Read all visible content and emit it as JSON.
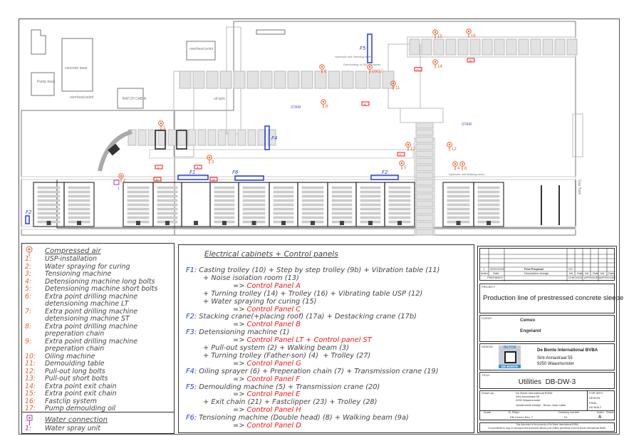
{
  "plan": {
    "labels": {
      "overhead_point_1": "overhead point",
      "overhead_point_2": "overhead point",
      "concrete_base": "concrete base",
      "pump_base": "Pump base",
      "batch_cabin": "BATCH CABIN",
      "oil_tank": "oil tank",
      "stair_1": "STAIR",
      "stair_2": "STAIR",
      "gas_tank": "Gas Tank",
      "demoulding_oil": "Demoulding oil 30C container",
      "hydraulic_unit_1": "Hydraulic unit Vibrating table",
      "hydraulic_unit_2": "Hydraulic unit Walking beam"
    },
    "panels": [
      {
        "label": "F1"
      },
      {
        "label": "F2"
      },
      {
        "label": "F2"
      },
      {
        "label": "F4"
      },
      {
        "label": "F5"
      },
      {
        "label": "F6"
      }
    ],
    "air_points": [
      "1",
      "2",
      "3",
      "4",
      "5",
      "6",
      "8",
      "9",
      "10/17",
      "11",
      "12",
      "13",
      "14",
      "15",
      "16"
    ],
    "water_points": [
      "1"
    ],
    "control_panels": [
      "A",
      "B",
      "C",
      "D",
      "E",
      "F",
      "G",
      "H"
    ],
    "colors": {
      "compressed_air": "#e8602c",
      "electrical": "#2b3bd8",
      "control_panel": "#f01818",
      "water": "#b03cb0"
    }
  },
  "legend": {
    "air_title": "Compressed air",
    "air_items": [
      {
        "n": "1:",
        "t": "USP-installation"
      },
      {
        "n": "2:",
        "t": "Water spraying for curing"
      },
      {
        "n": "3:",
        "t": "Tensioning machine"
      },
      {
        "n": "4:",
        "t": "Detensioning machine long bolts"
      },
      {
        "n": "5:",
        "t": "Detensioning machine short bolts"
      },
      {
        "n": "6:",
        "t": "Extra point drilling machine"
      },
      {
        "n": "",
        "t": "detensioning machine LT"
      },
      {
        "n": "7:",
        "t": "Extra point drilling machine"
      },
      {
        "n": "",
        "t": "detensioning machine ST"
      },
      {
        "n": "8:",
        "t": "Extra point drilling machine"
      },
      {
        "n": "",
        "t": "preperation chain"
      },
      {
        "n": "9:",
        "t": "Extra point drilling machine"
      },
      {
        "n": "",
        "t": "preperation chain"
      },
      {
        "n": "10:",
        "t": "Oiling machine"
      },
      {
        "n": "11:",
        "t": "Demoulding table"
      },
      {
        "n": "12:",
        "t": "Pull-out long bolts"
      },
      {
        "n": "13:",
        "t": "Pull-out short bolts"
      },
      {
        "n": "14:",
        "t": "Extra point exit chain"
      },
      {
        "n": "15:",
        "t": "Extra point exit chain"
      },
      {
        "n": "16:",
        "t": "Fastclip system"
      },
      {
        "n": "17:",
        "t": "Pump demoulding oil"
      }
    ],
    "water_title": "Water connection",
    "water_items": [
      {
        "n": "1:",
        "t": "Water spray unit"
      }
    ]
  },
  "electrical": {
    "title": "Electrical cabinets + Control panels",
    "lines": [
      {
        "f": "F1:",
        "t": "Casting trolley (10) + Step by step trolley (9b) + Vibration table (11)",
        "indent": 0
      },
      {
        "t": "+ Noise isolation room (13)",
        "indent": 1
      },
      {
        "t": "=> ",
        "p": "Control Panel A",
        "indent": 2
      },
      {
        "t": "+ Turning trolley (14) + Trolley (16) + Vibrating table USP (12)",
        "indent": 1
      },
      {
        "t": "+ Water spraying for curing (15)",
        "indent": 1
      },
      {
        "t": "=> ",
        "p": "Control Panel C",
        "indent": 2
      },
      {
        "f": "F2:",
        "t": "Stacking crane(+placing roof) (17a) + Destacking crane (17b)",
        "indent": 0
      },
      {
        "t": "=> ",
        "p": "Control Panel B",
        "indent": 2
      },
      {
        "f": "F3:",
        "t": "Detensioning machine (1)",
        "indent": 0
      },
      {
        "t": "=> ",
        "p": "Control Panel LT + Control panel ST",
        "indent": 2
      },
      {
        "t": "+ Pull-out system (2) + Walking beam (3)",
        "indent": 1
      },
      {
        "t": "+ Turning trolley (Father-son) (4)  + Trolley (27)",
        "indent": 1
      },
      {
        "t": "=> ",
        "p": "Control Panel G",
        "indent": 2
      },
      {
        "f": "F4:",
        "t": "Oiling sprayer (6) + Preperation chain (7) + Transmission crane (19)",
        "indent": 0
      },
      {
        "t": "=> ",
        "p": "Control Panel F",
        "indent": 2
      },
      {
        "f": "F5:",
        "t": "Demoulding machine (5) + Transmission crane (20)",
        "indent": 0
      },
      {
        "t": "=> ",
        "p": "Control Panel E",
        "indent": 2
      },
      {
        "t": "+ Exit chain (21) + Fastclipper (23) + Trolley (28)",
        "indent": 1
      },
      {
        "t": "=> ",
        "p": "Control Panel H",
        "indent": 2
      },
      {
        "f": "F6:",
        "t": "Tensioning machine (Double head) (8) + Walking beam (9a)",
        "indent": 0
      },
      {
        "t": "=> ",
        "p": "Control Panel D",
        "indent": 2
      }
    ]
  },
  "title_block": {
    "revision": {
      "index": "1",
      "date": "30/01/2020",
      "description": "First Proposal",
      "by": "VG",
      "headers": [
        "Index",
        "Date",
        "Description change",
        "Init",
        "Date",
        "Init",
        "Date",
        "Init",
        "Date"
      ],
      "footer": [
        "PREPARED",
        "CHECKED",
        "APPROVED",
        "APPROVED"
      ]
    },
    "project_label": "PROJECT:",
    "project": "Production line of prestressed concrete sleepers",
    "client_label": "CLIENT:",
    "client_name": "Cemex",
    "client_country": "Engeland",
    "design_label": "DESIGN:",
    "logo_top": "BETON",
    "logo_bottom": "DE BONTE",
    "company": "De Bonte International BVBA",
    "address1": "Sint-Annastraat 55",
    "address2": "9250 Waasmunster",
    "title_label": "TITLE:",
    "title": "Utilities  DB-DW-3",
    "drawn_by_label": "Drawn by:",
    "drawn_by": [
      "De Bonte International BVBA",
      "Sint-Annastraat 55",
      "9250 Waasmunster",
      "Vandenbeek Martijn - Bruun Jean marie"
    ],
    "status": [
      "FOR INFO",
      "DESIGN",
      "FINAL",
      "AS BUILT"
    ],
    "scale_label": "Scale",
    "format": "B, Refyz",
    "drawing_number_label": "Drawing number",
    "index_label": "Index",
    "sheet_label": "Sheet",
    "drawing_name": "DB-Cemex Rev. 7",
    "drawing_number": "01",
    "index": "A",
    "footer1": "This document is the property of De Bonte International BVBA",
    "footer2": "It is prohibited to copy or reproduce this document without prior written permission from De Bonte International BVBA"
  }
}
